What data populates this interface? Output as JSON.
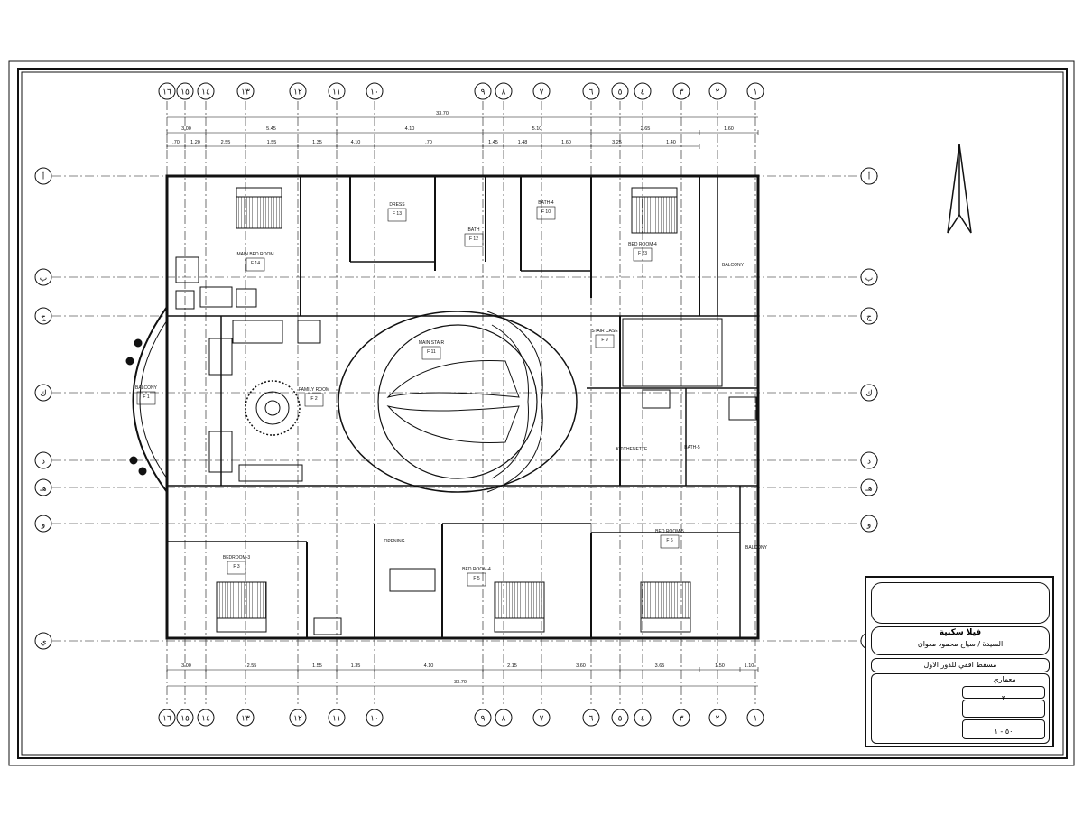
{
  "grid": {
    "columns_top": [
      "١٦",
      "١٥",
      "١٤",
      "١٣",
      "١٢",
      "١١",
      "١٠",
      "٩",
      "٨",
      "٧",
      "٦",
      "٥",
      "٤",
      "٣",
      "٢",
      "١"
    ],
    "columns_bottom": [
      "١٦",
      "١٥",
      "١٤",
      "١٣",
      "١٢",
      "١١",
      "١٠",
      "٩",
      "٨",
      "٧",
      "٦",
      "٥",
      "٤",
      "٣",
      "٢",
      "١"
    ],
    "rows": [
      "أ",
      "ب",
      "ج",
      "ك",
      "د",
      "هـ",
      "و",
      "ي"
    ]
  },
  "dimensions_top": {
    "overall": "33.70",
    "row2": [
      "3.00",
      "5.45",
      "4.10",
      "5.10",
      "2.65",
      "1.60"
    ],
    "row3": [
      ".70",
      "1.20",
      "2.55",
      "1.55",
      "1.35",
      "4.10",
      ".70",
      "1.45",
      "1.48",
      "1.60",
      "3.25",
      "1.40"
    ]
  },
  "dimensions_bottom": {
    "overall": "33.70",
    "row1": [
      "3.00",
      "2.55",
      "1.55",
      "1.35",
      "4.10",
      "2.15",
      "3.60",
      "3.65",
      "1.50",
      "1.10"
    ]
  },
  "rooms": [
    {
      "name": "MAIN BED ROOM",
      "code": "F 14"
    },
    {
      "name": "DRESS",
      "code": "F 13"
    },
    {
      "name": "BATH",
      "code": "F 12"
    },
    {
      "name": "BATH-4",
      "code": "F 10"
    },
    {
      "name": "BED ROOM-4",
      "code": "F 23"
    },
    {
      "name": "BALCONY",
      "code": ""
    },
    {
      "name": "MAIN STAIR",
      "code": "F 11"
    },
    {
      "name": "FAMILY ROOM",
      "code": "F 2"
    },
    {
      "name": "BALCONY",
      "code": "F 1"
    },
    {
      "name": "STAIR CASE",
      "code": "F 9"
    },
    {
      "name": "KITCHENETTE",
      "code": ""
    },
    {
      "name": "BATH-5",
      "code": ""
    },
    {
      "name": "BEDROOM-3",
      "code": "F 3"
    },
    {
      "name": "BED ROOM-4",
      "code": "F 5"
    },
    {
      "name": "BED ROOM-5",
      "code": "F 6"
    },
    {
      "name": "BALCONY",
      "code": ""
    },
    {
      "name": "OPENING",
      "code": ""
    }
  ],
  "title_block": {
    "project_title": "فيلا سكنية",
    "owner": "السيدة / سياح محمود معوان",
    "drawing_title": "مسقط افقي للدور الاول",
    "label_right": "معماري",
    "sheet_no": "٣",
    "scale": "٥٠ - ١"
  },
  "colors": {
    "ink": "#111111",
    "paper": "#ffffff"
  }
}
